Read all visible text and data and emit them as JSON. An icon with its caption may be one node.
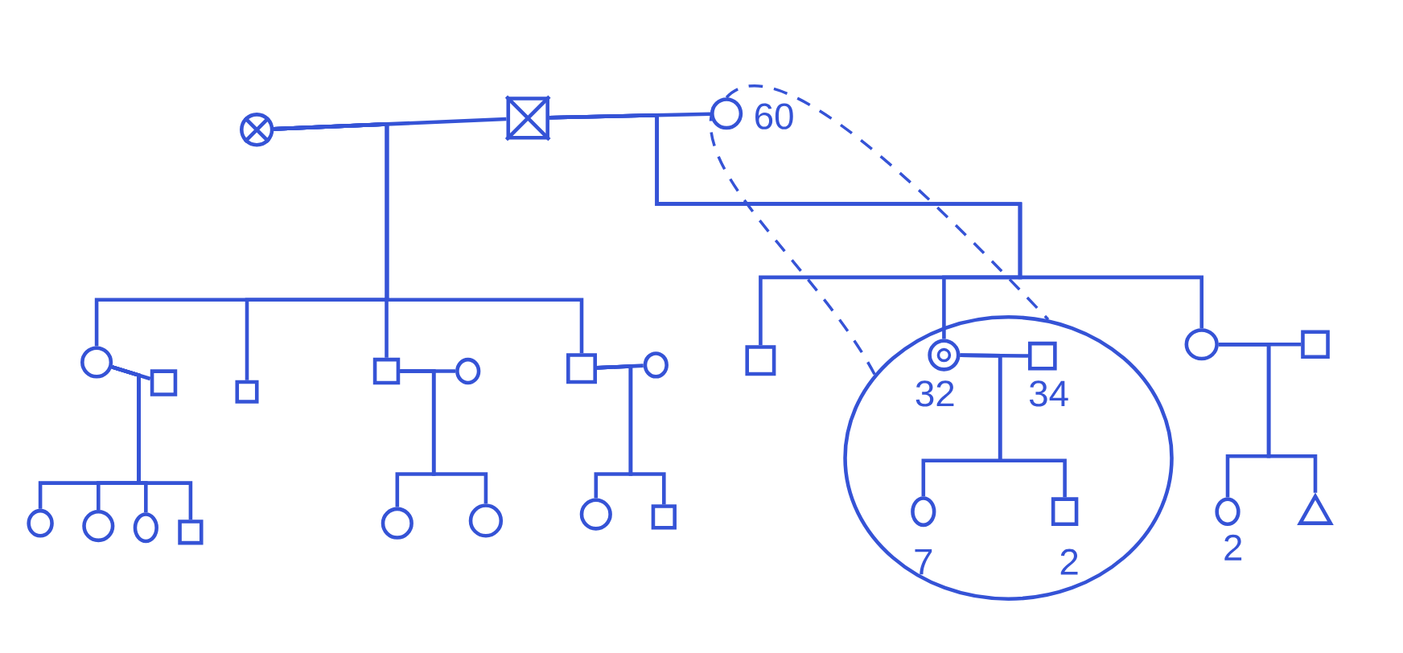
{
  "diagram": {
    "nodes": [
      {
        "text": [],
        "shape": "circle"
      },
      {
        "text": [],
        "shape": "box"
      },
      {
        "text": [],
        "shape": "circle",
        "beside": [
          "60"
        ]
      },
      {
        "text": [],
        "shape": "circle"
      },
      {
        "text": [],
        "shape": "box"
      },
      {
        "text": [],
        "shape": "box"
      },
      {
        "text": [],
        "shape": "box"
      },
      {
        "text": [],
        "shape": "circle"
      },
      {
        "text": [],
        "shape": "box"
      },
      {
        "text": [],
        "shape": "circle"
      },
      {
        "text": [],
        "shape": "circle"
      },
      {
        "text": [],
        "shape": "circle"
      },
      {
        "text": [],
        "shape": "circle"
      },
      {
        "text": [],
        "shape": "box"
      },
      {
        "text": [],
        "shape": "circle"
      },
      {
        "text": [],
        "shape": "circle"
      },
      {
        "text": [],
        "shape": "circle"
      },
      {
        "text": [],
        "shape": "box"
      },
      {
        "text": [],
        "shape": "box"
      },
      {
        "text": [],
        "shape": "circle"
      },
      {
        "text": [],
        "shape": "circle",
        "beside": [
          "32"
        ],
        "in": 19
      },
      {
        "text": [],
        "shape": "box",
        "beside": [
          "34"
        ],
        "in": 19
      },
      {
        "text": [],
        "shape": "circle",
        "beside": [
          "7"
        ],
        "in": 19
      },
      {
        "text": [],
        "shape": "box",
        "beside": [
          "2"
        ],
        "in": 19
      },
      {
        "text": [],
        "shape": "circle"
      },
      {
        "text": [],
        "shape": "box"
      },
      {
        "text": [],
        "shape": "circle",
        "beside": [
          "2"
        ]
      },
      {
        "text": [],
        "shape": "triangle"
      }
    ],
    "edges": [
      {
        "from": 0,
        "to": 1,
        "arrow": "none"
      },
      {
        "from": 1,
        "to": 2,
        "arrow": "none"
      },
      {
        "from": 0,
        "to": 3,
        "arrow": "none"
      },
      {
        "from": 0,
        "to": 5,
        "arrow": "none"
      },
      {
        "from": 0,
        "to": 6,
        "arrow": "none"
      },
      {
        "from": 0,
        "to": 8,
        "arrow": "none"
      },
      {
        "from": 3,
        "to": 4,
        "arrow": "none"
      },
      {
        "from": 6,
        "to": 7,
        "arrow": "none"
      },
      {
        "from": 8,
        "to": 9,
        "arrow": "none"
      },
      {
        "from": 3,
        "to": 10,
        "arrow": "none"
      },
      {
        "from": 3,
        "to": 11,
        "arrow": "none"
      },
      {
        "from": 3,
        "to": 12,
        "arrow": "none"
      },
      {
        "from": 3,
        "to": 13,
        "arrow": "none"
      },
      {
        "from": 6,
        "to": 14,
        "arrow": "none"
      },
      {
        "from": 6,
        "to": 15,
        "arrow": "none"
      },
      {
        "from": 8,
        "to": 16,
        "arrow": "none"
      },
      {
        "from": 8,
        "to": 17,
        "arrow": "none"
      },
      {
        "from": 1,
        "to": 18,
        "arrow": "none"
      },
      {
        "from": 1,
        "to": 20,
        "arrow": "none"
      },
      {
        "from": 1,
        "to": 24,
        "arrow": "none"
      },
      {
        "from": 20,
        "to": 21,
        "arrow": "none"
      },
      {
        "from": 20,
        "to": 22,
        "arrow": "none"
      },
      {
        "from": 20,
        "to": 23,
        "arrow": "none"
      },
      {
        "from": 24,
        "to": 25,
        "arrow": "none"
      },
      {
        "from": 24,
        "to": 26,
        "arrow": "none"
      },
      {
        "from": 24,
        "to": 27,
        "arrow": "none"
      },
      {
        "from": 19,
        "to": 2,
        "arrow": "none",
        "style": "dashed"
      },
      {
        "from": 2,
        "to": 19,
        "arrow": "none",
        "style": "dashed"
      }
    ]
  }
}
